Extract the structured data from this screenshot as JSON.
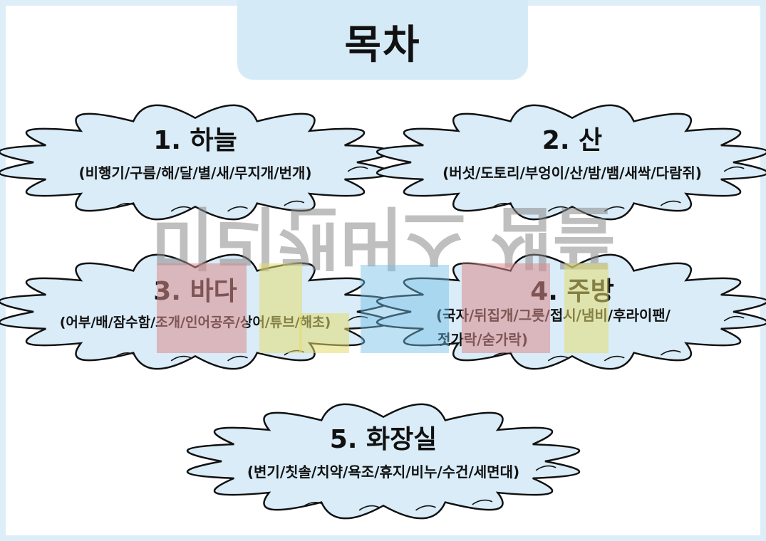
{
  "page": {
    "title": "목차",
    "watermark": "미리캔버스 샘플",
    "colors": {
      "background": "#ddeef9",
      "tab": "#d5eaf7",
      "cloud": "#d9ecf8",
      "outline": "#111111"
    }
  },
  "sections": [
    {
      "title": "1. 하늘",
      "items": "(비행기/구름/해/달/별/새/무지개/번개)"
    },
    {
      "title": "2. 산",
      "items": "(버섯/도토리/부엉이/산/밤/뱀/새싹/다람쥐)"
    },
    {
      "title": "3. 바다",
      "items": "(어부/배/잠수함/조개/인어공주/상어/튜브/해초)"
    },
    {
      "title": "4. 주방",
      "items_line1": "(국자/뒤집개/그릇/접시/냄비/후라이팬/",
      "items_line2": "젓가락/숟가락)"
    },
    {
      "title": "5. 화장실",
      "items": "(변기/칫솔/치약/욕조/휴지/비누/수건/세면대)"
    }
  ]
}
